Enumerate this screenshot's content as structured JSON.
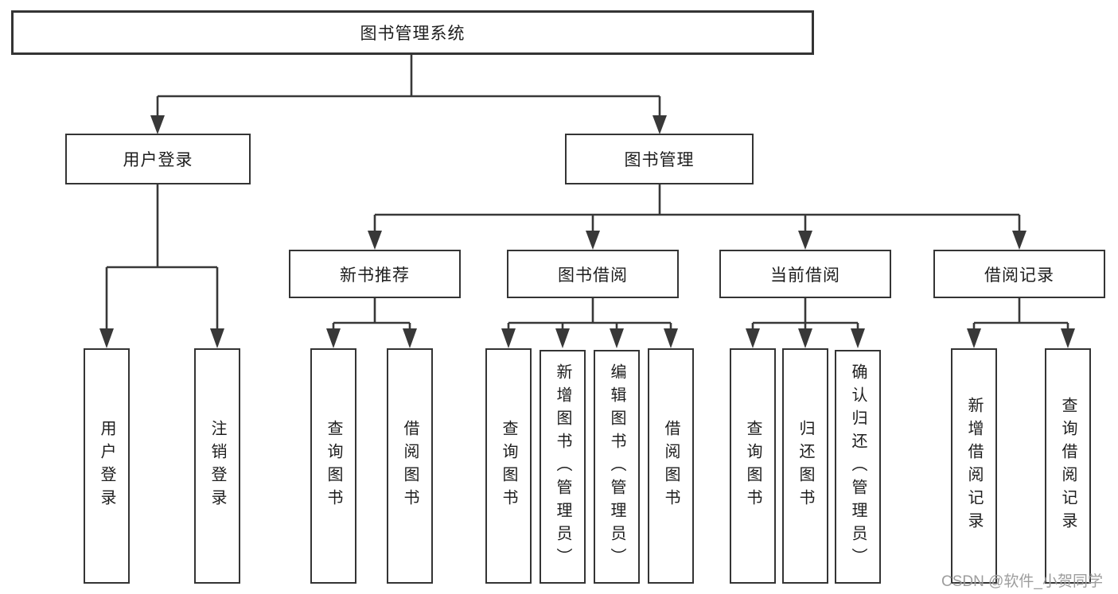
{
  "diagram": {
    "type": "tree",
    "title": "图书管理系统",
    "watermark": "CSDN @软件_小贺同学",
    "colors": {
      "line": "#383838",
      "box_border": "#343434",
      "text": "#1d1d1d",
      "background": "#ffffff",
      "watermark": "#8c8c8c"
    },
    "nodes": {
      "root": {
        "label": "图书管理系统"
      },
      "user_login": {
        "label": "用户登录"
      },
      "book_mgmt": {
        "label": "图书管理"
      },
      "new_book_rec": {
        "label": "新书推荐"
      },
      "book_borrow": {
        "label": "图书借阅"
      },
      "current_borrow": {
        "label": "当前借阅"
      },
      "borrow_records": {
        "label": "借阅记录"
      },
      "leaf_user_login": {
        "label": "用户登录"
      },
      "leaf_logout": {
        "label": "注销登录"
      },
      "leaf_rec_query_book": {
        "label": "查询图书"
      },
      "leaf_rec_borrow_book": {
        "label": "借阅图书"
      },
      "leaf_bb_query_book": {
        "label": "查询图书"
      },
      "leaf_bb_add_book": {
        "label": "新增图书（管理员）"
      },
      "leaf_bb_edit_book": {
        "label": "编辑图书（管理员）"
      },
      "leaf_bb_borrow_book": {
        "label": "借阅图书"
      },
      "leaf_cb_query_book": {
        "label": "查询图书"
      },
      "leaf_cb_return_book": {
        "label": "归还图书"
      },
      "leaf_cb_confirm_return": {
        "label": "确认归还（管理员）"
      },
      "leaf_br_add_record": {
        "label": "新增借阅记录"
      },
      "leaf_br_query_record": {
        "label": "查询借阅记录"
      }
    },
    "edges": [
      {
        "from": "root",
        "to": "user_login"
      },
      {
        "from": "root",
        "to": "book_mgmt"
      },
      {
        "from": "user_login",
        "to": "leaf_user_login"
      },
      {
        "from": "user_login",
        "to": "leaf_logout"
      },
      {
        "from": "book_mgmt",
        "to": "new_book_rec"
      },
      {
        "from": "book_mgmt",
        "to": "book_borrow"
      },
      {
        "from": "book_mgmt",
        "to": "current_borrow"
      },
      {
        "from": "book_mgmt",
        "to": "borrow_records"
      },
      {
        "from": "new_book_rec",
        "to": "leaf_rec_query_book"
      },
      {
        "from": "new_book_rec",
        "to": "leaf_rec_borrow_book"
      },
      {
        "from": "book_borrow",
        "to": "leaf_bb_query_book"
      },
      {
        "from": "book_borrow",
        "to": "leaf_bb_add_book"
      },
      {
        "from": "book_borrow",
        "to": "leaf_bb_edit_book"
      },
      {
        "from": "book_borrow",
        "to": "leaf_bb_borrow_book"
      },
      {
        "from": "current_borrow",
        "to": "leaf_cb_query_book"
      },
      {
        "from": "current_borrow",
        "to": "leaf_cb_return_book"
      },
      {
        "from": "current_borrow",
        "to": "leaf_cb_confirm_return"
      },
      {
        "from": "borrow_records",
        "to": "leaf_br_add_record"
      },
      {
        "from": "borrow_records",
        "to": "leaf_br_query_record"
      }
    ]
  }
}
